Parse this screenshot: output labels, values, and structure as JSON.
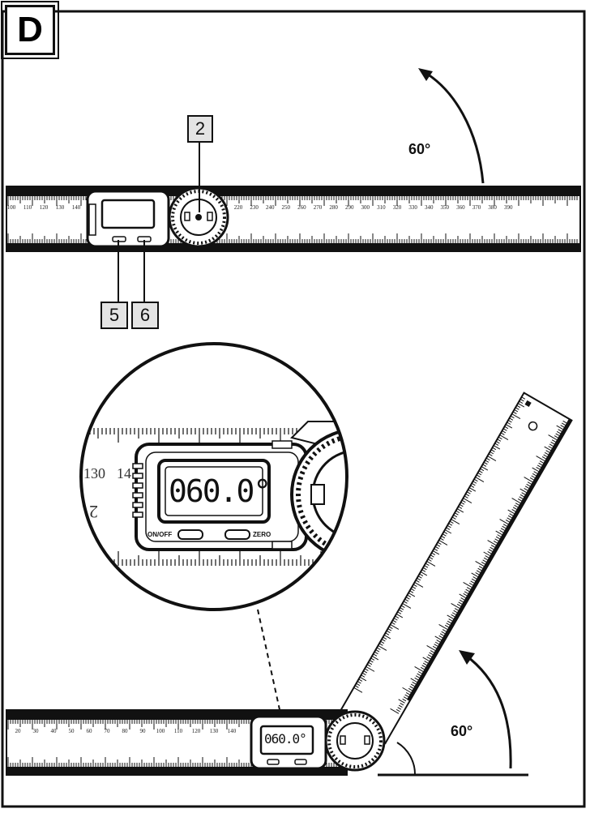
{
  "section_letter": "D",
  "callouts": {
    "c2": "2",
    "c5": "5",
    "c6": "6"
  },
  "angle_top": "60°",
  "angle_bottom": "60°",
  "display_reading": "060.0°",
  "buttons": {
    "onoff": "ON/OFF",
    "zero": "ZERO"
  },
  "zoom_ruler_labels": {
    "n130": "130",
    "n14": "14",
    "n2": "2"
  },
  "top_ruler_ticks": [
    "100",
    "110",
    "120",
    "130",
    "140",
    "220",
    "230",
    "240",
    "250",
    "260",
    "270",
    "280",
    "290",
    "300",
    "310",
    "320",
    "330",
    "340",
    "350",
    "360",
    "370",
    "380",
    "390"
  ],
  "bottom_ruler_ticks": [
    "20",
    "30",
    "40",
    "50",
    "60",
    "70",
    "80",
    "90",
    "100",
    "110",
    "120",
    "130",
    "140"
  ],
  "colors": {
    "ink": "#111111",
    "paper": "#ffffff",
    "callout_bg": "#e4e4e4"
  }
}
